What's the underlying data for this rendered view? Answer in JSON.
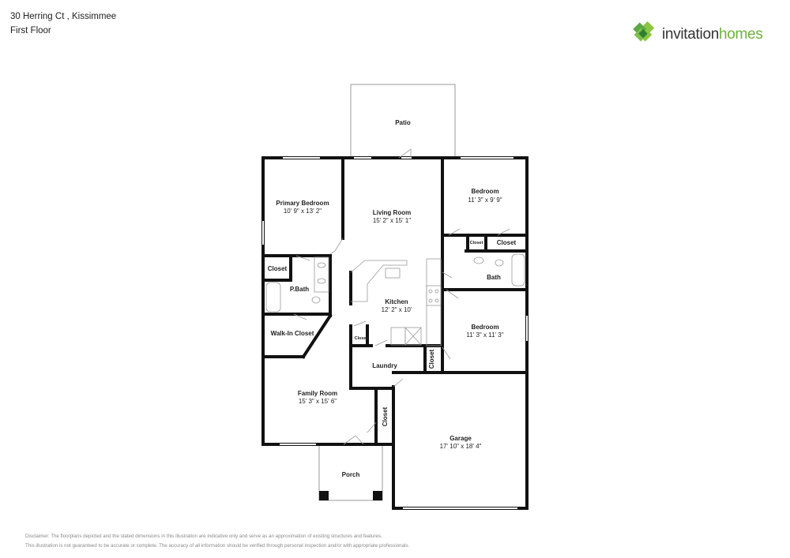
{
  "header": {
    "address": "30 Herring Ct , Kissimmee",
    "floor": "First Floor"
  },
  "logo": {
    "word1": "invitation",
    "word2": "homes",
    "colors": {
      "dark_green": "#3f8f3a",
      "light_green": "#8cc63f",
      "text": "#333333"
    }
  },
  "rooms": {
    "patio": {
      "name": "Patio"
    },
    "primary_bedroom": {
      "name": "Primary Bedroom",
      "dims": "10' 9\" x 13' 2\""
    },
    "living_room": {
      "name": "Living Room",
      "dims": "15' 2\" x 15' 1\""
    },
    "bedroom_1": {
      "name": "Bedroom",
      "dims": "11' 3\" x 9' 9\""
    },
    "closet_small_1": {
      "name": "Closet"
    },
    "closet_1": {
      "name": "Closet"
    },
    "bath": {
      "name": "Bath"
    },
    "closet_primary": {
      "name": "Closet"
    },
    "p_bath": {
      "name": "P.Bath"
    },
    "kitchen": {
      "name": "Kitchen",
      "dims": "12' 2\" x 10'"
    },
    "walk_in_closet": {
      "name": "Walk-In Closet"
    },
    "closet_kitchen": {
      "name": "Closet"
    },
    "bedroom_2": {
      "name": "Bedroom",
      "dims": "11' 3\" x 11' 3\""
    },
    "closet_hall": {
      "name": "Closet"
    },
    "laundry": {
      "name": "Laundry"
    },
    "family_room": {
      "name": "Family Room",
      "dims": "15' 3\" x 15' 6\""
    },
    "closet_entry": {
      "name": "Closet"
    },
    "garage": {
      "name": "Garage",
      "dims": "17' 10\" x 18' 4\""
    },
    "porch": {
      "name": "Porch"
    }
  },
  "disclaimer": {
    "line1": "Disclaimer: The floorplans depicted and the stated dimensions in this illustration are indicative only and serve as an approximation of existing structures and features.",
    "line2": "This illustration is not guaranteed to be accurate or complete. The accuracy of all information should be verified through personal inspection and/or with appropriate professionals."
  }
}
